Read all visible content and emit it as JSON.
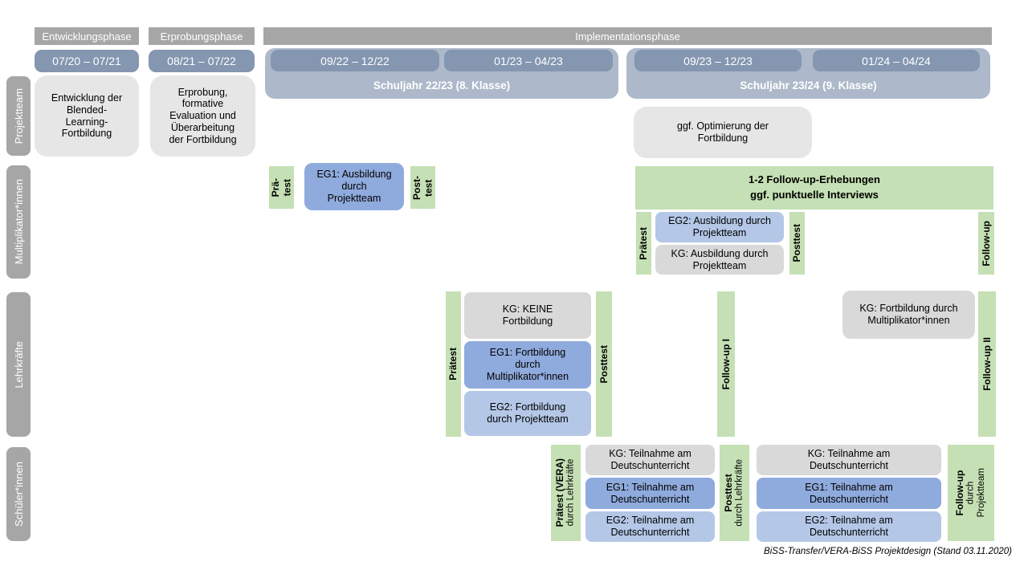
{
  "header": {
    "phases": [
      "Entwicklungsphase",
      "Erprobungsphase",
      "Implementationsphase"
    ],
    "periods": [
      "07/20 – 07/21",
      "08/21 – 07/22",
      "09/22 – 12/22",
      "01/23 – 04/23",
      "09/23 – 12/23",
      "01/24 – 04/24"
    ],
    "school_years": [
      "Schuljahr 22/23 (8. Klasse)",
      "Schuljahr 23/24 (9. Klasse)"
    ]
  },
  "sidebar": {
    "rows": [
      "Projektteam",
      "Multiplikator*innen",
      "Lehrkräfte",
      "Schüler*innen"
    ]
  },
  "projektteam": {
    "entwicklung": "Entwicklung der\nBlended-\nLearning-\nFortbildung",
    "erprobung": "Erprobung,\nformative\nEvaluation und\nÜberarbeitung\nder Fortbildung",
    "optimierung": "ggf. Optimierung der\nFortbildung"
  },
  "multiplikatoren": {
    "prae_test": "Prä-\ntest",
    "eg1": "EG1: Ausbildung\ndurch\nProjektteam",
    "post_test": "Post-\ntest",
    "followup_header": "1-2 Follow-up-Erhebungen\nggf. punktuelle Interviews",
    "praetest": "Prätest",
    "eg2": "EG2: Ausbildung durch\nProjektteam",
    "kg": "KG: Ausbildung durch\nProjektteam",
    "posttest": "Posttest",
    "followup": "Follow-up"
  },
  "lehrkraefte": {
    "praetest": "Prätest",
    "kg": "KG: KEINE\nFortbildung",
    "eg1": "EG1: Fortbildung\ndurch\nMultiplikator*innen",
    "eg2": "EG2: Fortbildung\ndurch Projektteam",
    "posttest": "Posttest",
    "followup1": "Follow-up I",
    "kg_multiplikatoren": "KG: Fortbildung durch\nMultiplikator*innen",
    "followup2": "Follow-up II"
  },
  "schueler": {
    "praetest_main": "Prätest (VERA)",
    "praetest_sub": "durch Lehrkräfte",
    "kg_1": "KG: Teilnahme am\nDeutschunterricht",
    "eg1_1": "EG1: Teilnahme am\nDeutschunterricht",
    "eg2_1": "EG2: Teilnahme am\nDeutschunterricht",
    "posttest_main": "Posttest",
    "posttest_sub": "durch Lehrkräfte",
    "kg_2": "KG: Teilnahme am\nDeutschunterricht",
    "eg1_2": "EG1: Teilnahme am\nDeutschunterricht",
    "eg2_2": "EG2: Teilnahme am\nDeutschunterricht",
    "followup_main": "Follow-up",
    "followup_sub": "durch\nProjektteam"
  },
  "caption": "BiSS-Transfer/VERA-BiSS Projektdesign (Stand 03.11.2020)",
  "colors": {
    "phase_gray": "#a6a6a6",
    "period_blue": "#8496b0",
    "schoolyear_blue": "#adb9ca",
    "green": "#c5e0b4",
    "eg1_blue": "#8faadc",
    "eg2_blue": "#b4c7e7",
    "kg_gray": "#d9d9d9",
    "projektteam_gray": "#e7e6e6"
  }
}
